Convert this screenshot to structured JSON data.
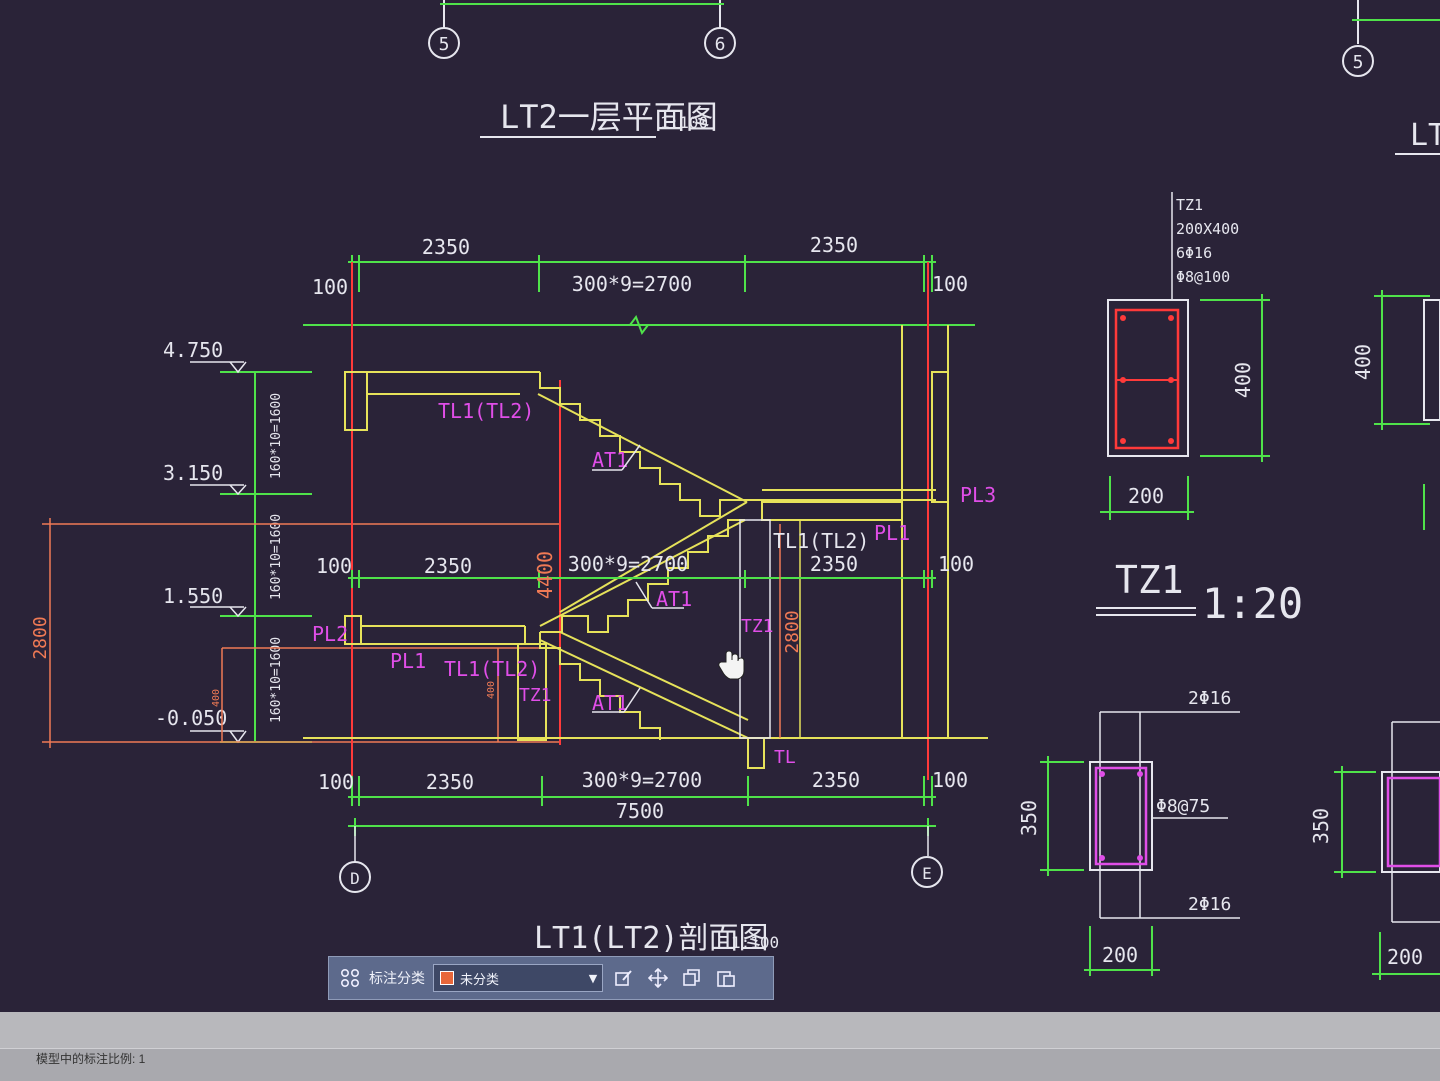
{
  "plan": {
    "title": "LT2一层平面图",
    "scale": "1:100",
    "axis_5": "5",
    "axis_6": "6",
    "axis_5_right": "5",
    "right_title": "LT"
  },
  "section": {
    "title": "LT1(LT2)剖面图",
    "scale": "1:100",
    "dim_top_left": "2350",
    "dim_top_right": "2350",
    "dim_top_mid": "300*9=2700",
    "dim_top_100_l": "100",
    "dim_top_100_r": "100",
    "dim_mid_100_l": "100",
    "dim_mid_left": "2350",
    "dim_mid_mid": "300*9=2700",
    "dim_mid_right": "2350",
    "dim_mid_100_r": "100",
    "dim_bot_100_l": "100",
    "dim_bot_left": "2350",
    "dim_bot_mid": "300*9=2700",
    "dim_bot_right": "2350",
    "dim_bot_100_r": "100",
    "dim_total": "7500",
    "elev_1": "4.750",
    "elev_2": "3.150",
    "elev_3": "1.550",
    "elev_4": "-0.050",
    "vdim_1": "160*10=1600",
    "vdim_2": "160*10=1600",
    "vdim_3": "160*10=1600",
    "vdim_left": "2800",
    "vdim_mid_1": "4400",
    "vdim_right": "2800",
    "vdim_small_1": "400",
    "vdim_small_2": "400",
    "axis_d": "D",
    "axis_e": "E",
    "label_tl1_top": "TL1(TL2)",
    "label_at1_top": "AT1",
    "label_pl3": "PL3",
    "label_tl1_mid": "TL1(TL2)",
    "label_pl1_right": "PL1",
    "label_at1_mid": "AT1",
    "label_tz1_mid": "TZ1",
    "label_pl2": "PL2",
    "label_pl1_left": "PL1",
    "label_tl1_bot": "TL1(TL2)",
    "label_tz1_bot": "TZ1",
    "label_at1_bot": "AT1",
    "label_tl": "TL"
  },
  "column_detail": {
    "spec_name": "TZ1",
    "spec_size": "200X400",
    "spec_main": "6Φ16",
    "spec_stirrup": "Φ8@100",
    "dim_height": "400",
    "dim_width": "200",
    "title": "TZ1",
    "scale": "1:20",
    "right_dim_h": "400"
  },
  "beam_detail": {
    "top_bars": "2Φ16",
    "stirrup": "Φ8@75",
    "bottom_bars": "2Φ16",
    "dim_height": "350",
    "dim_width": "200",
    "right_dim_h": "350",
    "right_dim_w": "200"
  },
  "toolbar": {
    "grid_icon": "grid-icon",
    "label": "标注分类",
    "select_value": "未分类",
    "swatch_color": "#e8673a"
  },
  "statusbar": {
    "text": "模型中的标注比例: 1"
  },
  "colors": {
    "background": "#2a2338",
    "green": "#4fe24a",
    "yellow": "#e6e25a",
    "red": "#ff3a3a",
    "magenta": "#e04ee8",
    "white": "#e6e6ee",
    "orange": "#f07a55"
  }
}
